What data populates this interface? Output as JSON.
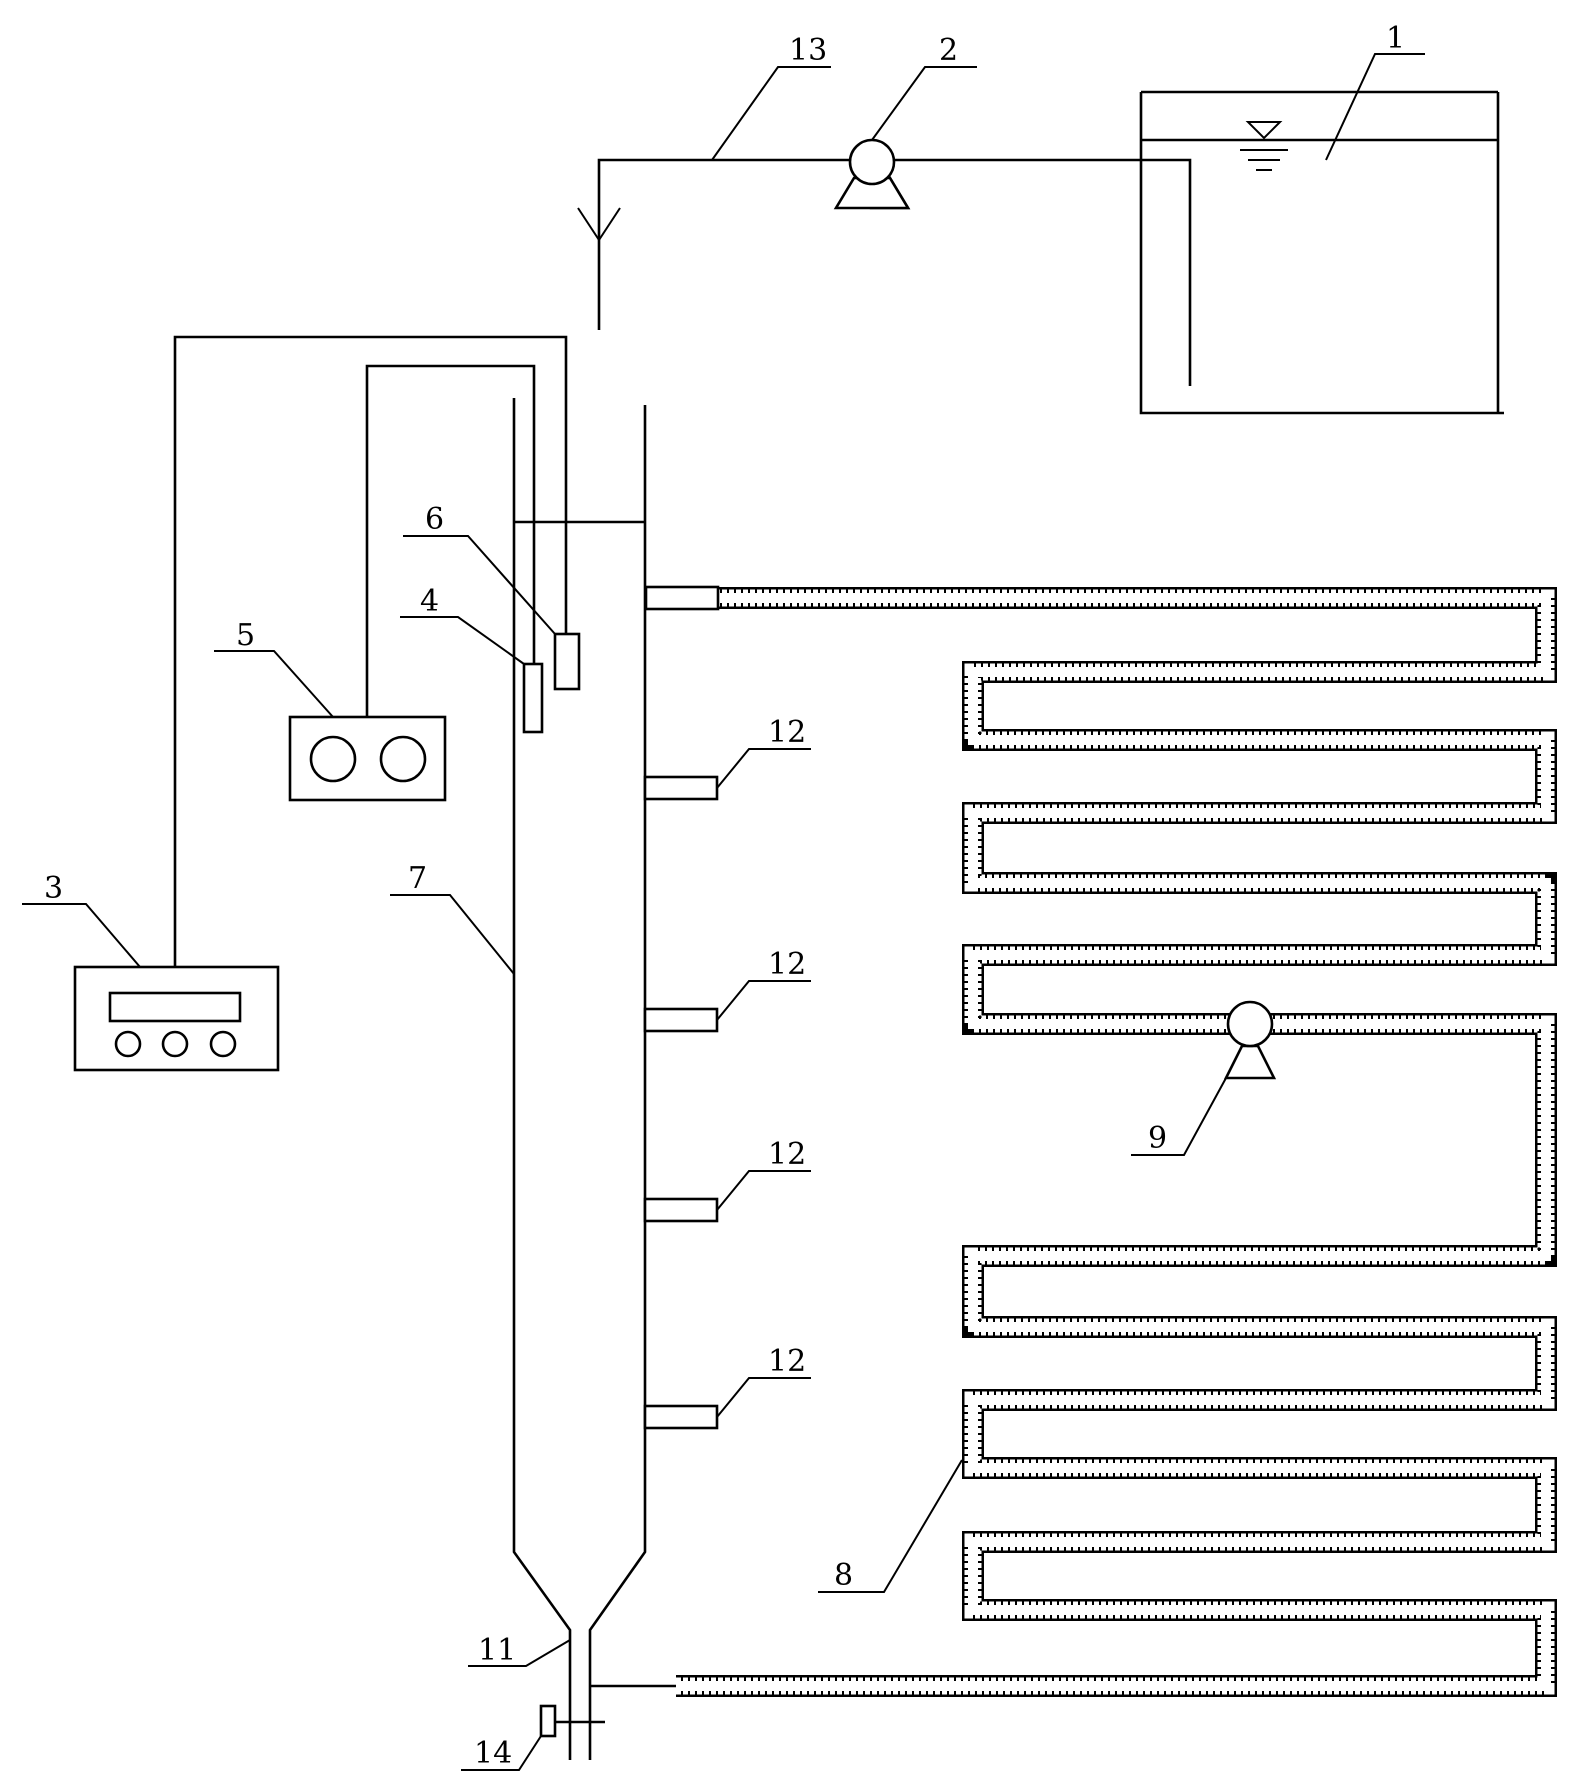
{
  "labels": {
    "tank": "1",
    "pump_feed": "2",
    "controller_3": "3",
    "sensor_4": "4",
    "controller_5": "5",
    "sensor_6": "6",
    "column": "7",
    "coil_pipe": "8",
    "pump_recirc": "9",
    "bottom_outlet": "11",
    "port_a": "12",
    "port_b": "12",
    "port_c": "12",
    "port_d": "12",
    "feed_pipe": "13",
    "valve": "14"
  }
}
